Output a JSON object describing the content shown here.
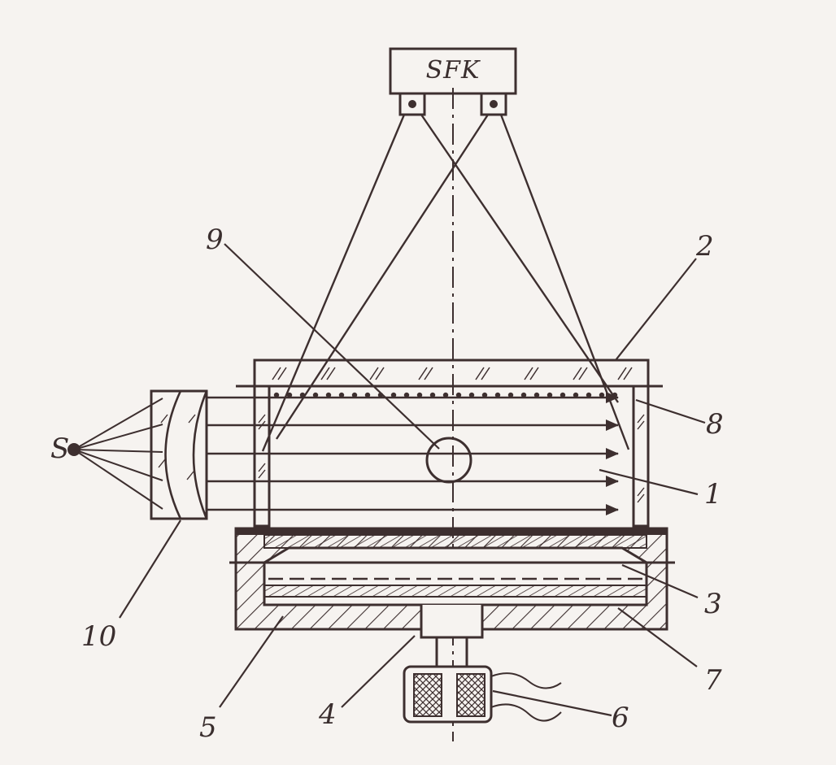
{
  "diagram": {
    "camera_label": "SFK",
    "source_label": "S",
    "callouts": [
      "1",
      "2",
      "3",
      "4",
      "5",
      "6",
      "7",
      "8",
      "9",
      "10"
    ]
  }
}
